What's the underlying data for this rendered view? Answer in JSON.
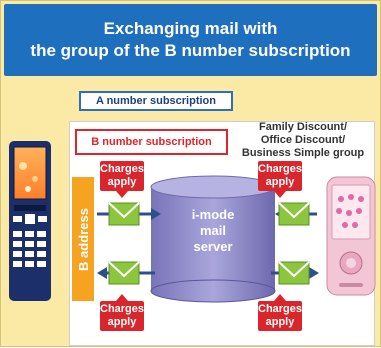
{
  "title": {
    "line1": "Exchanging mail with",
    "line2": "the group of the B number subscription"
  },
  "a_number_label": "A number subscription",
  "b_number_label": "B number subscription",
  "family_group": {
    "line1": "Family Discount/",
    "line2": "Office Discount/",
    "line3": "Business Simple group"
  },
  "b_address_label": "B address",
  "charges": {
    "line1": "Charges",
    "line2": "apply"
  },
  "server": {
    "line1": "i-mode",
    "line2": "mail",
    "line3": "server"
  },
  "colors": {
    "title_bg": "#1f6fbf",
    "background": "#fbe9a6",
    "charges_bg": "#d9262c",
    "b_address_bg": "#f6a321",
    "server_fill": "#8e8ac4",
    "arrow": "#2e4f8f",
    "envelope": "#8cc63f"
  },
  "icons": [
    "flip-phone-icon",
    "slider-phone-icon",
    "envelope-icon",
    "database-cylinder-icon"
  ]
}
